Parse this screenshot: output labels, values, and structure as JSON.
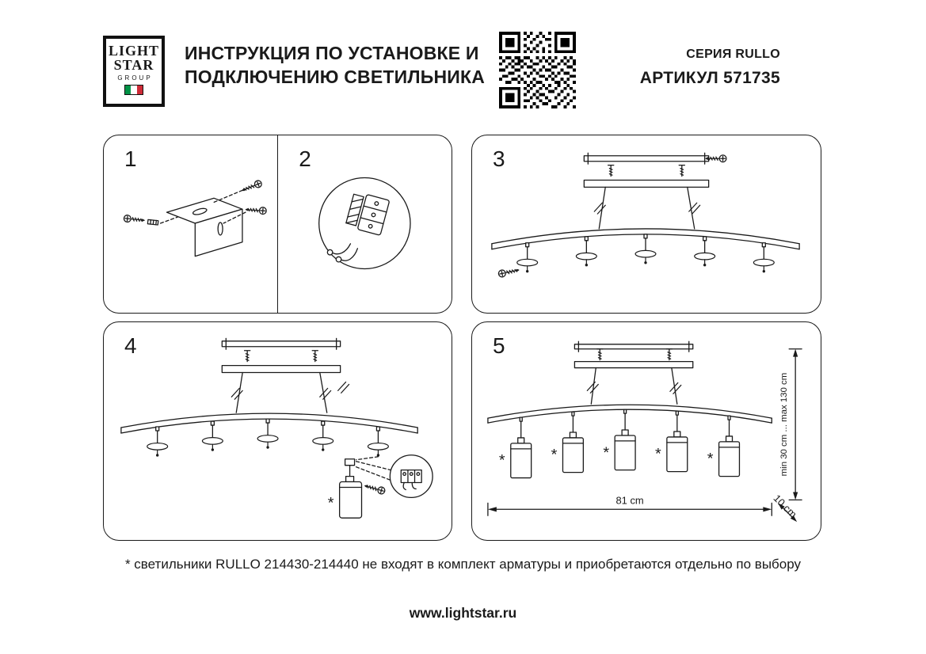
{
  "header": {
    "logo": {
      "line1": "LIGHT",
      "line2": "STAR",
      "line3": "GROUP"
    },
    "title_line1": "ИНСТРУКЦИЯ ПО УСТАНОВКЕ И",
    "title_line2": "ПОДКЛЮЧЕНИЮ СВЕТИЛЬНИКА",
    "series": "СЕРИЯ RULLO",
    "article": "АРТИКУЛ 571735"
  },
  "steps": [
    "1",
    "2",
    "3",
    "4",
    "5"
  ],
  "dimensions": {
    "width": "81 cm",
    "height_range": "min 30 cm ... max 130 cm",
    "extra": "10 cm"
  },
  "symbols": {
    "asterisk": "*"
  },
  "footnote": "* светильники RULLO 214430-214440 не входят в комплект арматуры и приобретаются отдельно по выбору",
  "website": "www.lightstar.ru",
  "colors": {
    "ink": "#1a1a1a",
    "flag_green": "#009246",
    "flag_red": "#ce2b37"
  }
}
